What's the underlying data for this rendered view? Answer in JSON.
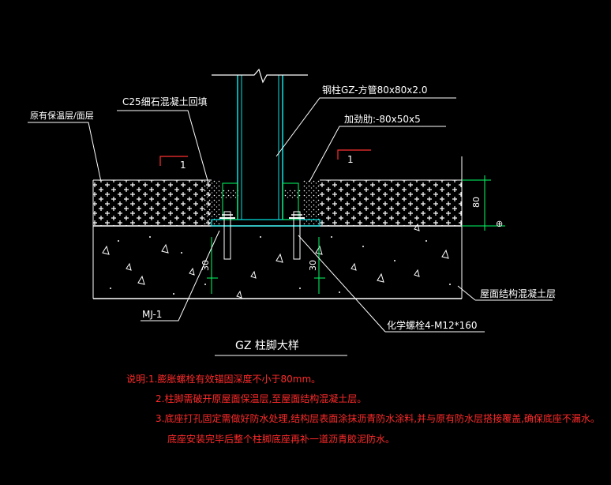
{
  "labels": {
    "existing_insulation": "原有保温层/面层",
    "c25_infill": "C25细石混凝土回填",
    "steel_column": "钢柱GZ-方管80x80x2.0",
    "stiffener": "加劲肋:-80x50x5",
    "roof_slab": "屋面结构混凝土层",
    "embed_plate": "MJ-1",
    "chem_anchor": "化学螺栓4-M12*160",
    "section_mark_left": "1",
    "section_mark_right": "1",
    "dim_80": "80",
    "dim_30_left": "30",
    "dim_30_right": "30",
    "elev_mark": "⊕"
  },
  "title": "GZ 柱脚大样",
  "notes": {
    "line1": "说明:1.膨胀螺栓有效锚固深度不小于80mm。",
    "line2": "2.柱脚需破开原屋面保温层,至屋面结构混凝土层。",
    "line3": "3.底座打孔固定需做好防水处理,结构层表面涂抹沥青防水涂料,并与原有防水层搭接覆盖,确保底座不漏水。",
    "line4": "底座安装完毕后整个柱脚底座再补一道沥青胶泥防水。"
  },
  "colors": {
    "line": "#ffffff",
    "steel": "#00e5e5",
    "green": "#00ff66",
    "notes": "#ff2a2a",
    "section": "#ff3030"
  }
}
